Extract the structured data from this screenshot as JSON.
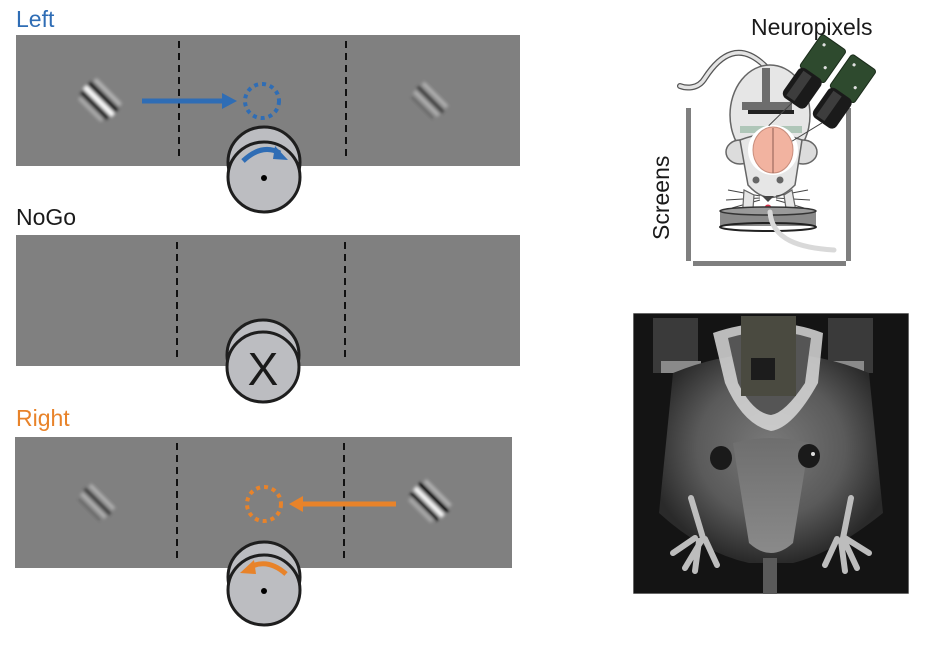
{
  "figure": {
    "conditions": [
      {
        "id": "left",
        "label": "Left",
        "color": "#2f6db5",
        "wheel_turn": "clockwise",
        "target_side": "left",
        "arrow_direction": "right",
        "contrast_left": "high",
        "contrast_right": "low",
        "wheel_symbol": "dot"
      },
      {
        "id": "nogo",
        "label": "NoGo",
        "color": "#1a1a1a",
        "wheel_turn": "none",
        "target_side": "none",
        "arrow_direction": "none",
        "contrast_left": "none",
        "contrast_right": "none",
        "wheel_symbol": "X"
      },
      {
        "id": "right",
        "label": "Right",
        "color": "#e8832a",
        "wheel_turn": "counterclockwise",
        "target_side": "right",
        "arrow_direction": "left",
        "contrast_left": "low",
        "contrast_right": "high",
        "wheel_symbol": "dot"
      }
    ],
    "rig": {
      "title": "Neuropixels",
      "screens_label": "Screens",
      "colors": {
        "probe": "#2e4a2e",
        "brain": "#f2b3a0",
        "mouse": "#e6e6e6",
        "screen": "#7f7f7f",
        "tongue": "#d6334a"
      }
    },
    "photo": {
      "description": "mouse-face-camera-photo"
    },
    "colors": {
      "screen_gray": "#808080",
      "wheel_fill": "#bcbdc1",
      "left_blue": "#2f6db5",
      "right_orange": "#e8832a"
    }
  }
}
